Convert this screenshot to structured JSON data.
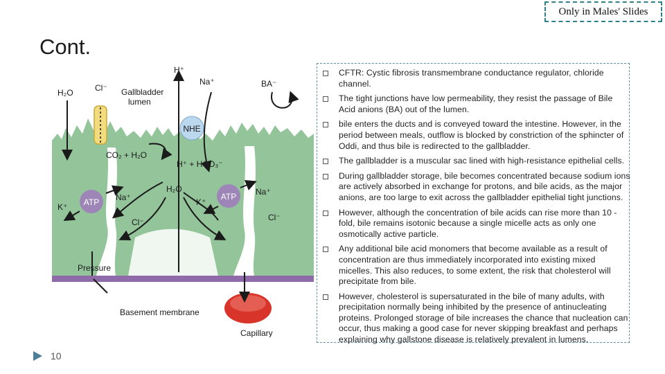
{
  "header": {
    "tag": "Only in Males' Slides"
  },
  "slide": {
    "title": "Cont.",
    "number": "10"
  },
  "figure": {
    "labels": {
      "h2o_top": "H₂O",
      "cl_top": "Cl⁻",
      "gallbladder": "Gallbladder",
      "lumen": "lumen",
      "h_plus": "H⁺",
      "na_plus": "Na⁺",
      "ba": "BA⁻",
      "nhe": "NHE",
      "co2_h2o": "CO₂ + H₂O",
      "h_hco3": "H⁺ + HCO₃⁻",
      "h2o_mid": "H₂O",
      "atp_left": "ATP",
      "atp_right": "ATP",
      "k_left": "K⁺",
      "na_left": "Na⁺",
      "cl_left": "Cl⁻",
      "k_right": "K⁺",
      "na_right": "Na⁺",
      "cl_right": "Cl⁻",
      "pressure": "Pressure",
      "basement": "Basement membrane",
      "capillary": "Capillary"
    }
  },
  "bullets": [
    "CFTR: Cystic fibrosis transmembrane conductance regulator, chloride channel.",
    "The tight junctions have low permeability, they resist the passage of Bile Acid anions (BA) out of the lumen.",
    "bile enters the ducts and is conveyed toward the intestine. However, in the period between meals, outflow is blocked by constriction of the sphincter of Oddi, and thus bile is redirected to the gallbladder.",
    "The gallbladder is a muscular sac lined with high-resistance epithelial cells.",
    "During gallbladder storage, bile becomes concentrated because sodium ions are actively absorbed in exchange for protons, and bile acids, as the major anions, are too large to exit across the gallbladder epithelial tight junctions.",
    "However, although the concentration of bile acids can rise more than 10 -fold, bile remains isotonic because a single micelle acts as only one osmotically active particle.",
    "Any additional bile acid monomers that become available as a result of concentration are thus immediately incorporated into existing mixed micelles. This also reduces, to some extent, the risk that cholesterol will precipitate from bile.",
    "However, cholesterol is supersaturated in the bile of many adults, with precipitation normally being inhibited by the presence of antinucleating proteins. Prolonged storage of bile increases the chance that nucleation can occur, thus making a good case for never skipping breakfast and perhaps explaining why gallstone disease is relatively prevalent in lumens."
  ],
  "colors": {
    "cell": "#94c59a",
    "membrane": "#8e6aa8",
    "atp": "#9d86b7",
    "nhe": "#bcd8ee",
    "capillary": "#d8342a",
    "cftr": "#f3dc7d",
    "accent": "#4f7f96"
  }
}
